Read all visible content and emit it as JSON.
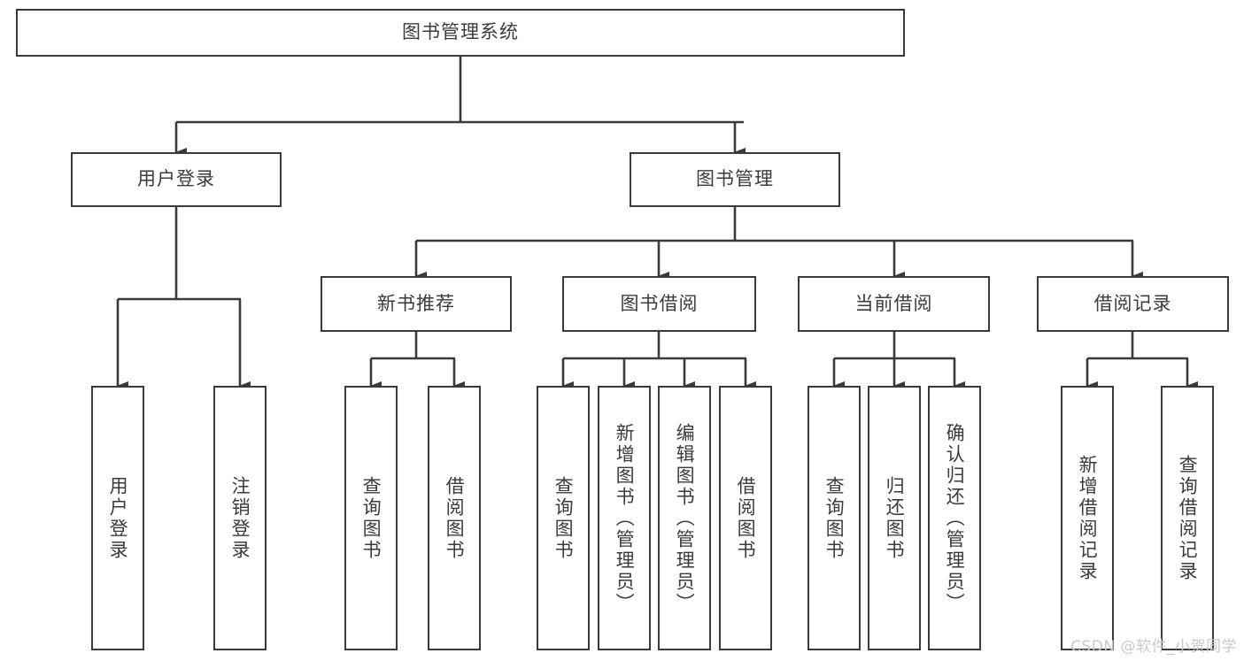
{
  "diagram": {
    "title": "图书管理系统",
    "type": "tree-hierarchy",
    "watermark": "CSDN @软件_小贺同学",
    "colors": {
      "stroke": "#3a3a3a",
      "text": "#3b3b3b",
      "background": "#ffffff",
      "watermark": "#c9c9c9"
    },
    "levels": {
      "root": {
        "label": "图书管理系统"
      },
      "level2": [
        {
          "id": "user-login",
          "label": "用户登录"
        },
        {
          "id": "book-manage",
          "label": "图书管理"
        }
      ],
      "level3": [
        {
          "id": "new-book-recommend",
          "label": "新书推荐"
        },
        {
          "id": "book-borrow",
          "label": "图书借阅"
        },
        {
          "id": "current-borrow",
          "label": "当前借阅"
        },
        {
          "id": "borrow-record",
          "label": "借阅记录"
        }
      ],
      "leaves": [
        {
          "id": "leaf-user-login",
          "label": "用户登录",
          "parent": "user-login"
        },
        {
          "id": "leaf-user-logout",
          "label": "注销登录",
          "parent": "user-login"
        },
        {
          "id": "leaf-query-book-1",
          "label": "查询图书",
          "parent": "new-book-recommend"
        },
        {
          "id": "leaf-borrow-book-1",
          "label": "借阅图书",
          "parent": "new-book-recommend"
        },
        {
          "id": "leaf-query-book-2",
          "label": "查询图书",
          "parent": "book-borrow"
        },
        {
          "id": "leaf-add-book",
          "label": "新增图书（管理员）",
          "parent": "book-borrow"
        },
        {
          "id": "leaf-edit-book",
          "label": "编辑图书（管理员）",
          "parent": "book-borrow"
        },
        {
          "id": "leaf-borrow-book-2",
          "label": "借阅图书",
          "parent": "book-borrow"
        },
        {
          "id": "leaf-query-book-3",
          "label": "查询图书",
          "parent": "current-borrow"
        },
        {
          "id": "leaf-return-book",
          "label": "归还图书",
          "parent": "current-borrow"
        },
        {
          "id": "leaf-confirm-return",
          "label": "确认归还（管理员）",
          "parent": "current-borrow"
        },
        {
          "id": "leaf-add-record",
          "label": "新增借阅记录",
          "parent": "borrow-record"
        },
        {
          "id": "leaf-query-record",
          "label": "查询借阅记录",
          "parent": "borrow-record"
        }
      ]
    }
  }
}
